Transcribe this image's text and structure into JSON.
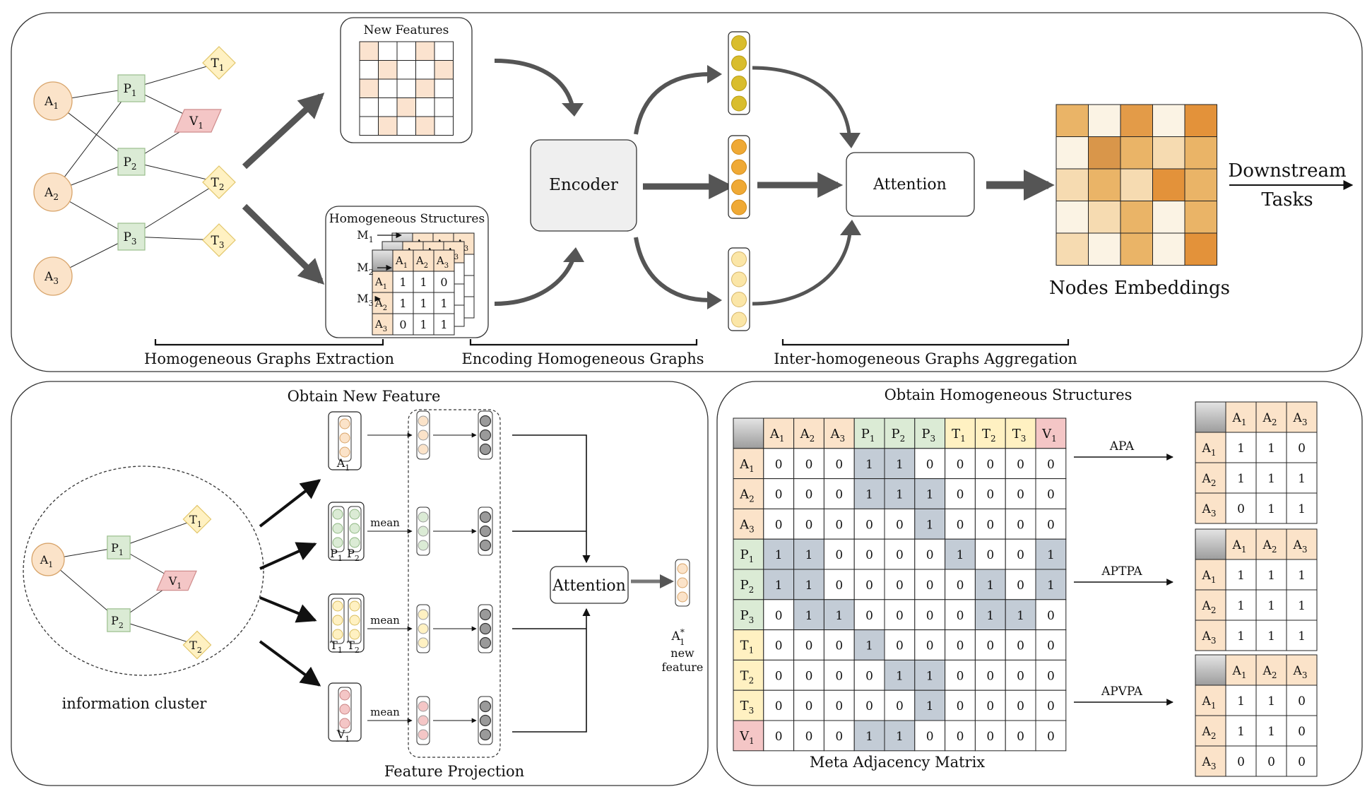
{
  "top": {
    "graph_nodes": {
      "A1": [
        "A",
        "1"
      ],
      "A2": [
        "A",
        "2"
      ],
      "A3": [
        "A",
        "3"
      ],
      "P1": [
        "P",
        "1"
      ],
      "P2": [
        "P",
        "2"
      ],
      "P3": [
        "P",
        "3"
      ],
      "T1": [
        "T",
        "1"
      ],
      "T2": [
        "T",
        "2"
      ],
      "T3": [
        "T",
        "3"
      ],
      "V1": [
        "V",
        "1"
      ]
    },
    "new_features_title": "New Features",
    "homogeneous_structures_title": "Homogeneous Structures",
    "stack_labels": [
      [
        "M",
        "1"
      ],
      [
        "M",
        "2"
      ],
      [
        "M",
        "3"
      ]
    ],
    "mini_headers": [
      [
        "A",
        "1"
      ],
      [
        "A",
        "2"
      ],
      [
        "A",
        "3"
      ]
    ],
    "mini_matrix": [
      [
        1,
        1,
        0
      ],
      [
        1,
        1,
        1
      ],
      [
        0,
        1,
        1
      ]
    ],
    "encoder_label": "Encoder",
    "attention_label": "Attention",
    "nodes_embeddings_label": "Nodes Embeddings",
    "downstream_line1": "Downstream",
    "downstream_line2": "Tasks",
    "stage_labels": [
      "Homogeneous Graphs Extraction",
      "Encoding Homogeneous Graphs",
      "Inter-homogeneous Graphs Aggregation"
    ]
  },
  "bottom_left": {
    "title": "Obtain New Feature",
    "cluster_nodes": {
      "A1": [
        "A",
        "1"
      ],
      "P1": [
        "P",
        "1"
      ],
      "P2": [
        "P",
        "2"
      ],
      "T1": [
        "T",
        "1"
      ],
      "T2": [
        "T",
        "2"
      ],
      "V1": [
        "V",
        "1"
      ]
    },
    "cluster_label": "information cluster",
    "group_labels": [
      [
        [
          "A",
          "1"
        ]
      ],
      [
        [
          "P",
          "1"
        ],
        [
          "P",
          "2"
        ]
      ],
      [
        [
          "T",
          "1"
        ],
        [
          "T",
          "2"
        ]
      ],
      [
        [
          "V",
          "1"
        ]
      ]
    ],
    "mean_label": "mean",
    "attention_label": "Attention",
    "output_label": [
      "A",
      "1",
      "*"
    ],
    "output_caption_line1": "new",
    "output_caption_line2": "feature",
    "projection_label": "Feature Projection"
  },
  "bottom_right": {
    "title": "Obtain Homogeneous Structures",
    "headers": [
      [
        "A",
        "1"
      ],
      [
        "A",
        "2"
      ],
      [
        "A",
        "3"
      ],
      [
        "P",
        "1"
      ],
      [
        "P",
        "2"
      ],
      [
        "P",
        "3"
      ],
      [
        "T",
        "1"
      ],
      [
        "T",
        "2"
      ],
      [
        "T",
        "3"
      ],
      [
        "V",
        "1"
      ]
    ],
    "matrix": [
      [
        0,
        0,
        0,
        1,
        1,
        0,
        0,
        0,
        0,
        0
      ],
      [
        0,
        0,
        0,
        1,
        1,
        1,
        0,
        0,
        0,
        0
      ],
      [
        0,
        0,
        0,
        0,
        0,
        1,
        0,
        0,
        0,
        0
      ],
      [
        1,
        1,
        0,
        0,
        0,
        0,
        1,
        0,
        0,
        1
      ],
      [
        1,
        1,
        0,
        0,
        0,
        0,
        0,
        1,
        0,
        1
      ],
      [
        0,
        1,
        1,
        0,
        0,
        0,
        0,
        1,
        1,
        0
      ],
      [
        0,
        0,
        0,
        1,
        0,
        0,
        0,
        0,
        0,
        0
      ],
      [
        0,
        0,
        0,
        0,
        1,
        1,
        0,
        0,
        0,
        0
      ],
      [
        0,
        0,
        0,
        0,
        0,
        1,
        0,
        0,
        0,
        0
      ],
      [
        0,
        0,
        0,
        1,
        1,
        0,
        0,
        0,
        0,
        0
      ]
    ],
    "matrix_label": "Meta Adjacency Matrix",
    "metapaths": [
      {
        "name": "APA",
        "matrix": [
          [
            1,
            1,
            0
          ],
          [
            1,
            1,
            1
          ],
          [
            0,
            1,
            1
          ]
        ]
      },
      {
        "name": "APTPA",
        "matrix": [
          [
            1,
            1,
            1
          ],
          [
            1,
            1,
            1
          ],
          [
            1,
            1,
            1
          ]
        ]
      },
      {
        "name": "APVPA",
        "matrix": [
          [
            1,
            1,
            0
          ],
          [
            1,
            1,
            0
          ],
          [
            0,
            0,
            0
          ]
        ]
      }
    ],
    "small_headers": [
      [
        "A",
        "1"
      ],
      [
        "A",
        "2"
      ],
      [
        "A",
        "3"
      ]
    ]
  },
  "colors": {
    "author": "#fbe3c9",
    "paper": "#dbebd5",
    "term": "#fff1c2",
    "venue": "#f4c6c6",
    "highlight": "#c3ccd6",
    "dot_dark_yellow": "#d9bd2c",
    "dot_orange": "#efa935",
    "dot_light": "#fbe6a7",
    "dot_gray": "#9a9a9a"
  }
}
